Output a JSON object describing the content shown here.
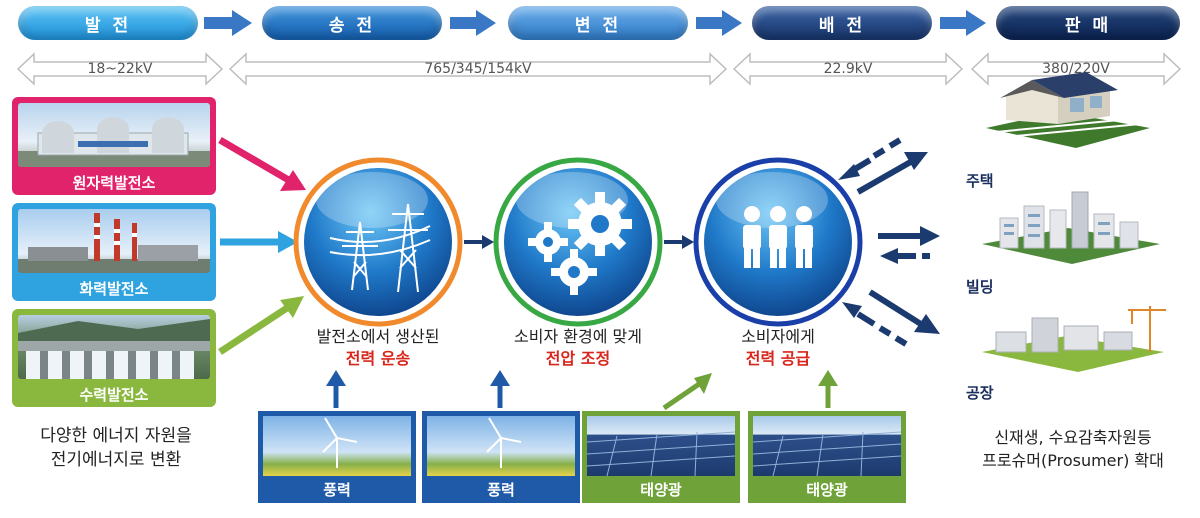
{
  "stages": [
    {
      "label": "발 전",
      "color": "#29a3e6"
    },
    {
      "label": "송 전",
      "color": "#1d74c4"
    },
    {
      "label": "변 전",
      "color": "#3a8fd4"
    },
    {
      "label": "배 전",
      "color": "#1d3f7a"
    },
    {
      "label": "판 매",
      "color": "#0f2a5c"
    }
  ],
  "voltages": [
    "18~22kV",
    "765/345/154kV",
    "22.9kV",
    "380/220V"
  ],
  "plants": [
    {
      "label": "원자력발전소",
      "color": "#e0236b"
    },
    {
      "label": "화력발전소",
      "color": "#2fa3df"
    },
    {
      "label": "수력발전소",
      "color": "#8ab83f"
    }
  ],
  "left_caption": [
    "다양한 에너지 자원을",
    "전기에너지로 변환"
  ],
  "process": [
    {
      "line1": "발전소에서 생산된",
      "line2": "전력 운송"
    },
    {
      "line1": "소비자 환경에 맞게",
      "line2": "전압 조정"
    },
    {
      "line1": "소비자에게",
      "line2": "전력 공급"
    }
  ],
  "renewables": [
    {
      "label": "풍력",
      "color": "#1e5aa8"
    },
    {
      "label": "풍력",
      "color": "#1e5aa8"
    },
    {
      "label": "태양광",
      "color": "#6fa33a"
    },
    {
      "label": "태양광",
      "color": "#6fa33a"
    }
  ],
  "consumers": [
    "주택",
    "빌딩",
    "공장"
  ],
  "right_caption": [
    "신재생, 수요감축자원등",
    "프로슈머(Prosumer) 확대"
  ]
}
